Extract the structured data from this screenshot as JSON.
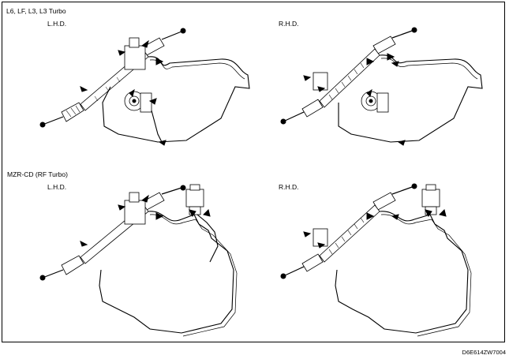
{
  "labels": {
    "engine_group_1": "L6, LF, L3, L3 Turbo",
    "engine_group_2": "MZR-CD (RF Turbo)",
    "lhd": "L.H.D.",
    "rhd": "R.H.D."
  },
  "figure_code": "D6E614ZW7004",
  "icons": {
    "fig_lhd_petrol": "power-steering-rack-lhd-with-pump",
    "fig_rhd_petrol": "power-steering-rack-rhd-with-pump",
    "fig_lhd_diesel": "power-steering-rack-lhd-with-reservoir",
    "fig_rhd_diesel": "power-steering-rack-rhd-with-reservoir"
  }
}
